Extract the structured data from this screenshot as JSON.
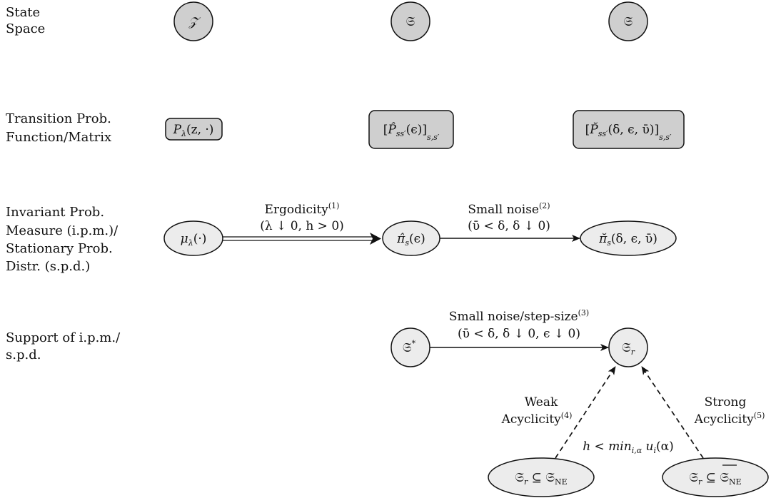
{
  "rows": [
    {
      "id": "state-space",
      "lines": [
        "State",
        "Space"
      ]
    },
    {
      "id": "transition",
      "lines": [
        "Transition Prob.",
        "Function/Matrix"
      ]
    },
    {
      "id": "invariant",
      "lines": [
        "Invariant Prob.",
        "Measure (i.p.m.)/",
        "Stationary Prob.",
        "Distr. (s.p.d.)"
      ]
    },
    {
      "id": "support",
      "lines": [
        "Support of i.p.m./",
        "s.p.d."
      ]
    }
  ],
  "nodes": {
    "state_z": "𝒵",
    "state_s1": "𝔖",
    "state_s2": "𝔖",
    "trans_p_lambda": {
      "main": "P",
      "sub": "λ",
      "rest": "(z, ·)"
    },
    "trans_p_hat": {
      "open": "[",
      "main": "P̂",
      "sub": "ss′",
      "rest": "(ϵ)",
      "close": "]",
      "outer_sub": "s,s′"
    },
    "trans_p_breve": {
      "open": "[",
      "main": "P̆",
      "sub": "ss′",
      "rest": "(δ, ϵ, ῡ)",
      "close": "]",
      "outer_sub": "s,s′"
    },
    "mu": {
      "main": "μ",
      "sub": "λ",
      "rest": "(·)"
    },
    "pi_hat": {
      "main": "π̂",
      "sub": "s",
      "rest": "(ϵ)"
    },
    "pi_breve": {
      "main": "π̆",
      "sub": "s",
      "rest": "(δ, ϵ, ῡ)"
    },
    "s_star": {
      "main": "𝔖",
      "sup": "*"
    },
    "s_r": {
      "main": "𝔖",
      "sub": "r"
    },
    "s_r_ne": {
      "main": "𝔖",
      "sub": "r",
      "op": " ⊆ ",
      "main2": "𝔖",
      "sub2": "NE"
    },
    "s_r_ne_bar": {
      "main": "𝔖",
      "sub": "r",
      "op": " ⊆ ",
      "main2": "𝔖",
      "sub2": "NE"
    }
  },
  "edges": {
    "ergodicity": {
      "title": "Ergodicity",
      "sup": "(1)",
      "cond": "(λ ↓ 0, h > 0)"
    },
    "small_noise": {
      "title": "Small noise",
      "sup": "(2)",
      "cond": "(ῡ < δ, δ ↓ 0)"
    },
    "small_noise_step": {
      "title": "Small noise/step-size",
      "sup": "(3)",
      "cond": "(ῡ < δ, δ ↓ 0, ϵ ↓ 0)"
    },
    "weak": {
      "line1": "Weak",
      "line2": "Acyclicity",
      "sup": "(4)"
    },
    "strong": {
      "line1": "Strong",
      "line2": "Acyclicity",
      "sup": "(5)"
    },
    "h_cond": {
      "main": "h < min",
      "sub": "i,α",
      "rest": " u",
      "sub2": "i",
      "rest2": "(α)"
    }
  },
  "colors": {
    "node_fill": "#cfcfcf",
    "node_fill_light": "#ececec",
    "stroke": "#111111"
  }
}
